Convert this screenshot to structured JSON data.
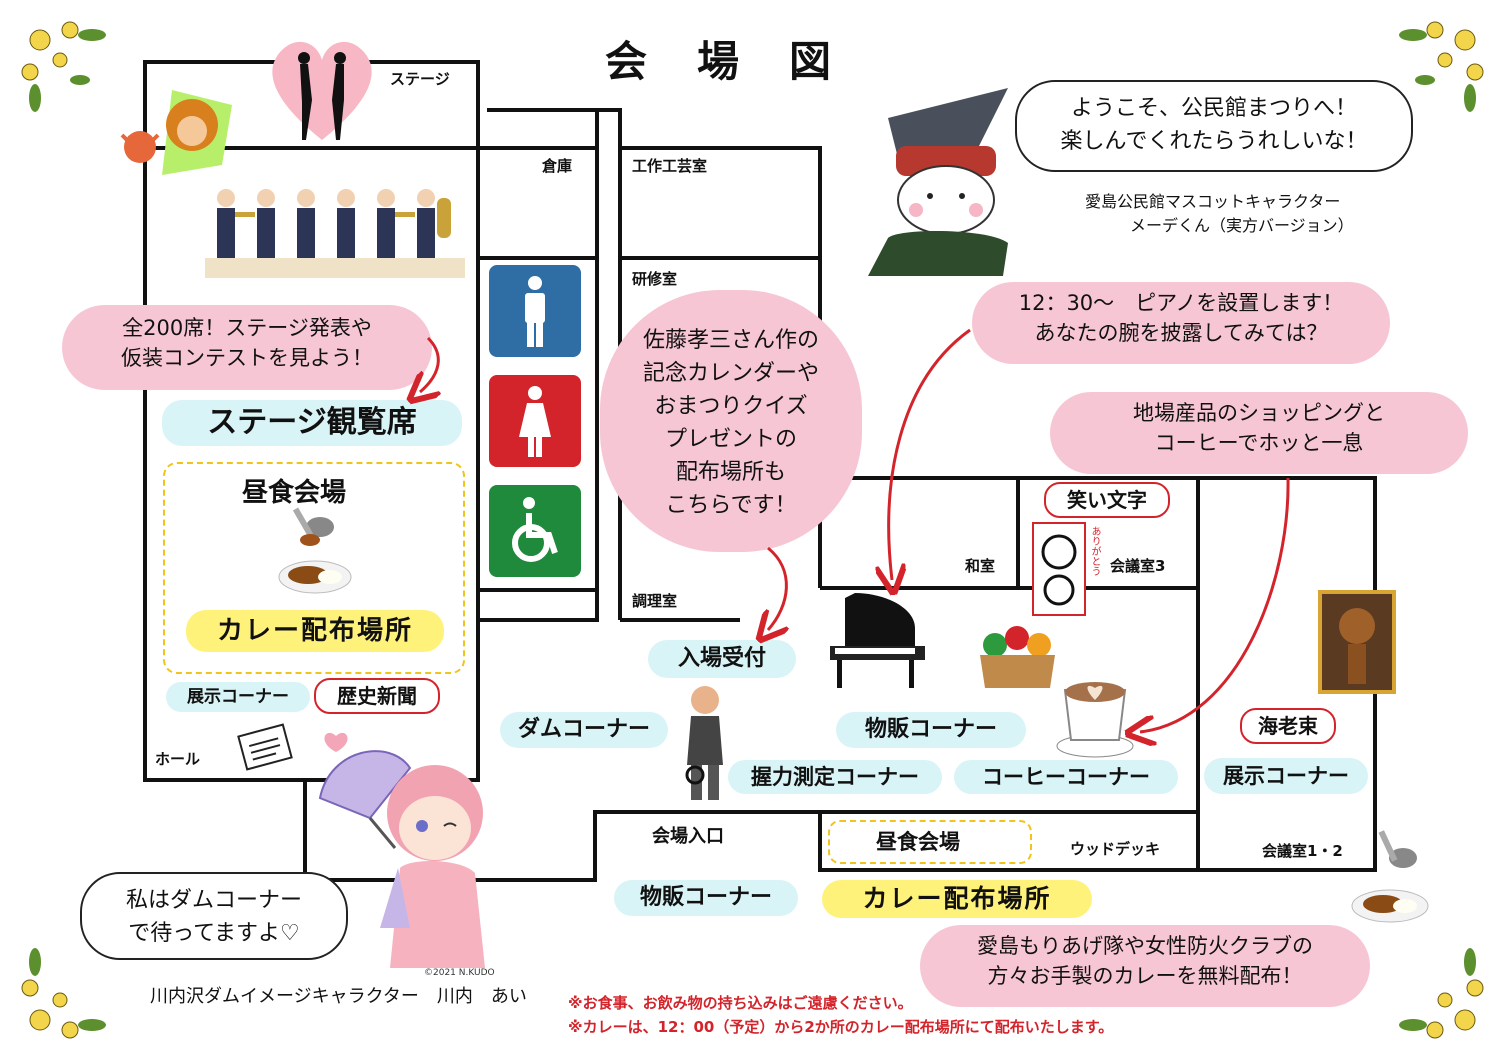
{
  "title": "会　場　図",
  "rooms": {
    "stage": "ステージ",
    "warehouse": "倉庫",
    "craft": "工作工芸室",
    "training": "研修室",
    "cooking": "調理室",
    "washitsu": "和室",
    "meeting3": "会議室3",
    "hall": "ホール",
    "entrance": "会場入口",
    "wooddeck": "ウッドデッキ",
    "meeting12": "会議室1・2"
  },
  "labels": {
    "stage_seats": "ステージ観覧席",
    "lunch_hall": "昼食会場",
    "curry_spot": "カレー配布場所",
    "exhibit_corner": "展示コーナー",
    "history_paper": "歴史新聞",
    "reception": "入場受付",
    "dam_corner": "ダムコーナー",
    "shop_corner": "物販コーナー",
    "grip_corner": "握力測定コーナー",
    "coffee_corner": "コーヒーコーナー",
    "warai_moji": "笑い文字",
    "ebitaba": "海老束",
    "exhibit_corner2": "展示コーナー",
    "lunch_hall2": "昼食会場",
    "shop_corner2": "物販コーナー",
    "curry_spot2": "カレー配布場所"
  },
  "clouds": {
    "seats": [
      "全200席！ステージ発表や",
      "仮装コンテストを見よう！"
    ],
    "calendar": [
      "佐藤孝三さん作の",
      "記念カレンダーや",
      "おまつりクイズ",
      "プレゼントの",
      "配布場所も",
      "こちらです！"
    ],
    "piano": [
      "12：30～　ピアノを設置します！",
      "あなたの腕を披露してみては？"
    ],
    "shopping": [
      "地場産品のショッピングと",
      "コーヒーでホッと一息"
    ],
    "curry": [
      "愛島もりあげ隊や女性防火クラブの",
      "方々お手製のカレーを無料配布！"
    ]
  },
  "bubbles": {
    "welcome": [
      "ようこそ、公民館まつりへ！",
      "楽しんでくれたらうれしいな！"
    ],
    "dam": [
      "私はダムコーナー",
      "で待ってますよ♡"
    ]
  },
  "captions": {
    "mascot1": "愛島公民館マスコットキャラクター",
    "mascot2": "メーデくん（実方バージョン）",
    "dam_char": "川内沢ダムイメージキャラクター　川内　あい",
    "copyright": "©2021 N.KUDO",
    "kanji_sign": "ありがとう"
  },
  "notes": {
    "n1": "※お食事、お飲み物の持ち込みはご遠慮ください。",
    "n2": "※カレーは、12：00（予定）から2か所のカレー配布場所にて配布いたします。"
  },
  "icons": {
    "toilet_men": "male-toilet-icon",
    "toilet_women": "female-toilet-icon",
    "toilet_accessible": "wheelchair-icon"
  },
  "colors": {
    "men": "#2f6ea5",
    "women": "#d3242b",
    "accessible": "#1f8a3c",
    "cloud": "#f7c6d4",
    "arrow": "#d3242b"
  }
}
